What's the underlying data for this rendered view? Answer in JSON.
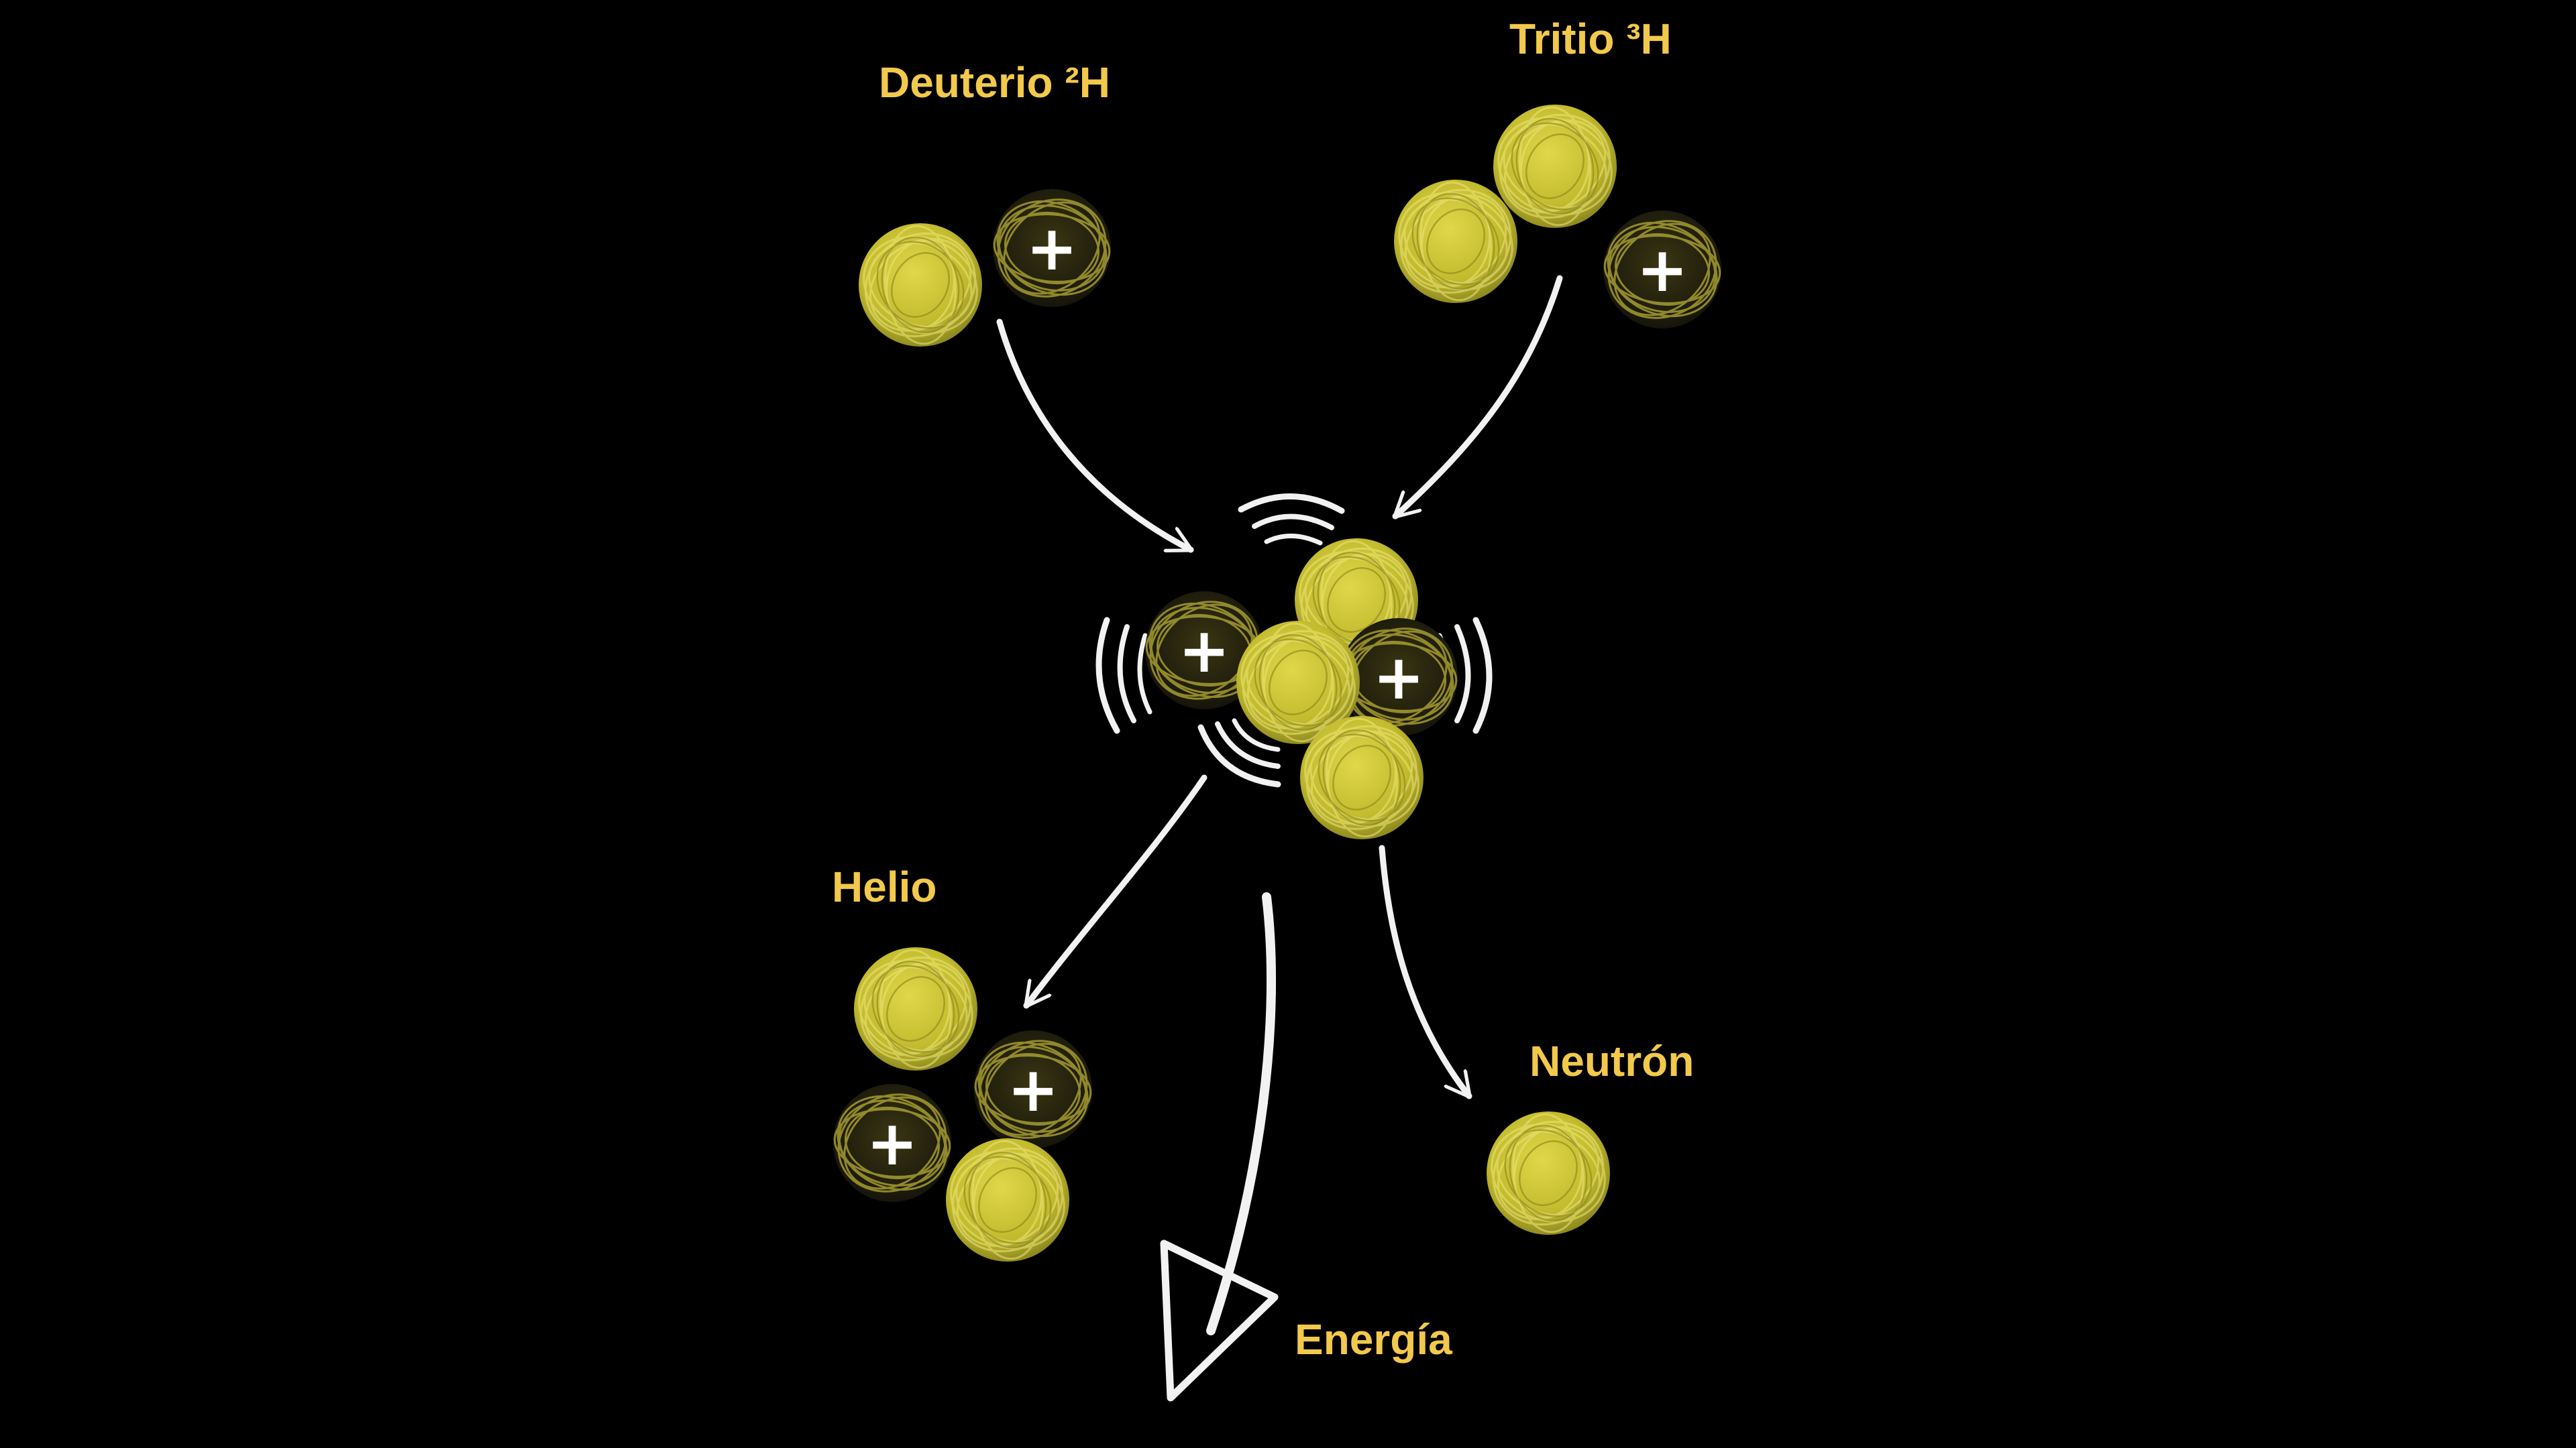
{
  "colors": {
    "background": "#000000",
    "label": "#F2C94C",
    "proton_fill": "#2a2712",
    "proton_line": "#b8ad3a",
    "neutron_fill": "#c9c23a",
    "neutron_line": "#e8e36a",
    "arrow": "#f2f2f2",
    "plus": "#ffffff"
  },
  "labels": {
    "deuterium": "Deuterio ²H",
    "tritium": "Tritio ³H",
    "helium": "Helio",
    "neutron": "Neutrón",
    "energy": "Energía"
  },
  "particle_symbol": {
    "plus": "+"
  }
}
